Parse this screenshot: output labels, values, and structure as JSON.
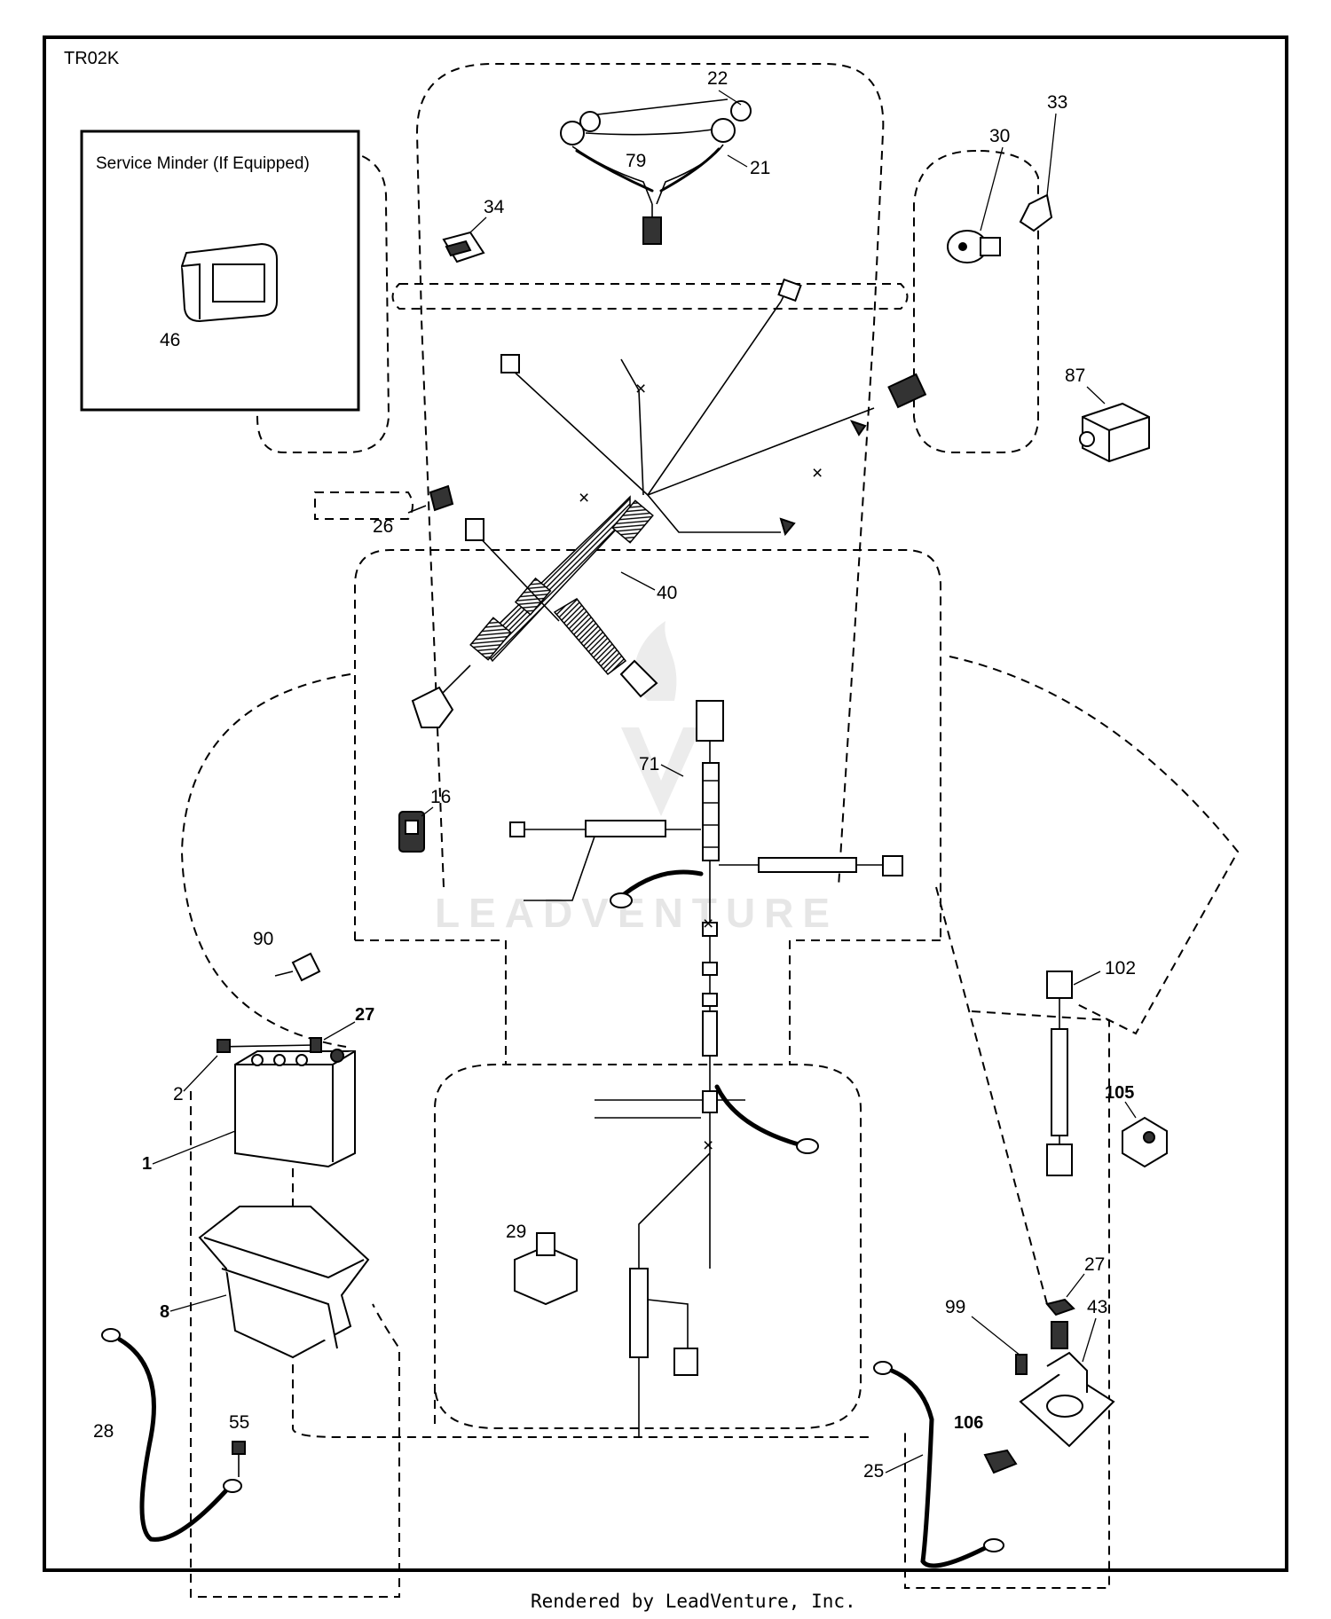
{
  "diagram_code": "TR02K",
  "service_minder_note": "Service Minder (If Equipped)",
  "watermark": "LEADVENTURE",
  "footer": "Rendered by LeadVenture, Inc.",
  "callouts": [
    "1",
    "2",
    "8",
    "16",
    "21",
    "22",
    "25",
    "26",
    "27",
    "27",
    "28",
    "29",
    "30",
    "33",
    "34",
    "40",
    "43",
    "46",
    "55",
    "71",
    "79",
    "87",
    "90",
    "99",
    "102",
    "105",
    "106"
  ]
}
